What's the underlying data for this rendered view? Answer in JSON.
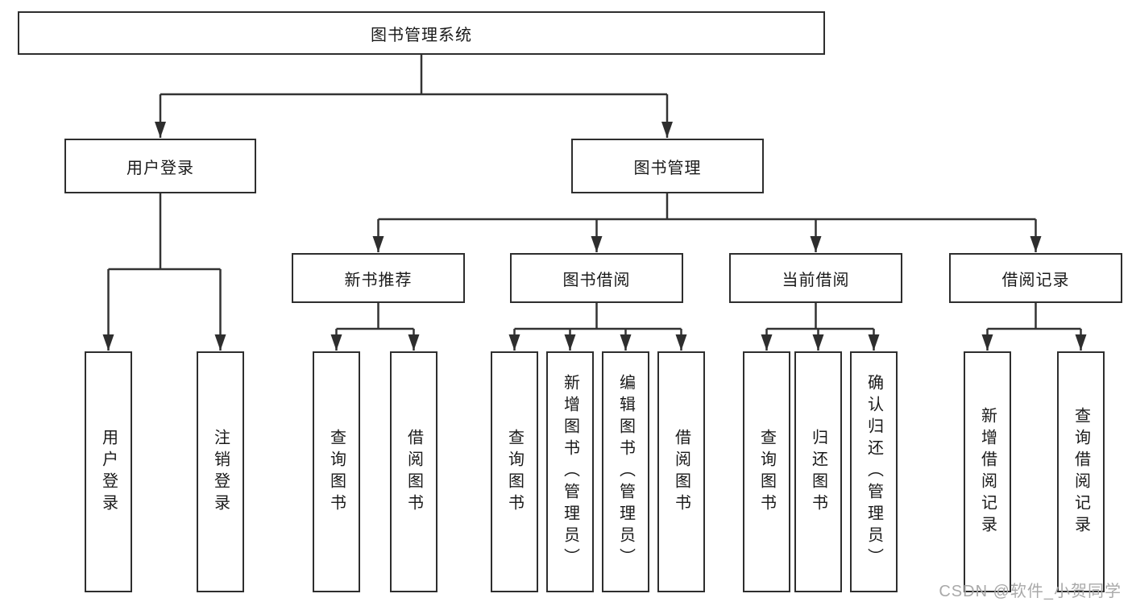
{
  "tree": {
    "root": "图书管理系统",
    "branches": [
      {
        "label": "用户登录",
        "leaves": [
          "用户登录",
          "注销登录"
        ]
      },
      {
        "label": "图书管理",
        "sections": [
          {
            "label": "新书推荐",
            "leaves": [
              "查询图书",
              "借阅图书"
            ]
          },
          {
            "label": "图书借阅",
            "leaves": [
              "查询图书",
              "新增图书（管理员）",
              "编辑图书（管理员）",
              "借阅图书"
            ]
          },
          {
            "label": "当前借阅",
            "leaves": [
              "查询图书",
              "归还图书",
              "确认归还（管理员）"
            ]
          },
          {
            "label": "借阅记录",
            "leaves": [
              "新增借阅记录",
              "查询借阅记录"
            ]
          }
        ]
      }
    ]
  },
  "watermark": "CSDN @软件_小贺同学",
  "colors": {
    "line": "#333333",
    "box_border": "#2e2e2e",
    "text": "#1a1a1a",
    "watermark": "#a9a9a9",
    "background": "#ffffff"
  }
}
